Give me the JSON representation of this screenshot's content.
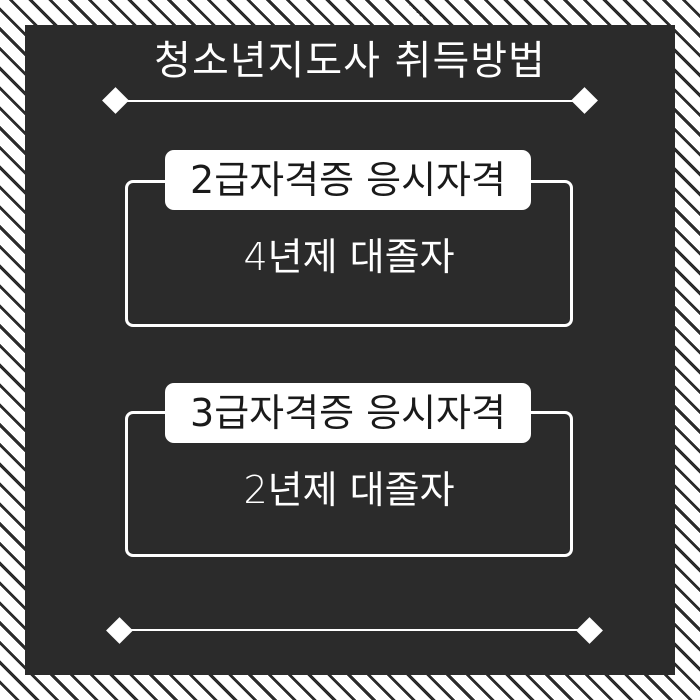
{
  "title": "청소년지도사 취득방법",
  "colors": {
    "panel_background": "#2b2b2b",
    "foreground": "#ffffff",
    "label_text": "#1a1a1a",
    "stripe_dark": "#2b2b2b",
    "stripe_light": "#ffffff"
  },
  "sections": [
    {
      "label": "2급자격증 응시자격",
      "value": "4년제 대졸자"
    },
    {
      "label": "3급자격증 응시자격",
      "value": "2년제 대졸자"
    }
  ],
  "decorations": {
    "top_divider": {
      "left_icon": "diamond-icon",
      "right_icon": "diamond-icon"
    },
    "bottom_divider": {
      "left_icon": "diamond-icon",
      "right_icon": "diamond-icon"
    }
  }
}
